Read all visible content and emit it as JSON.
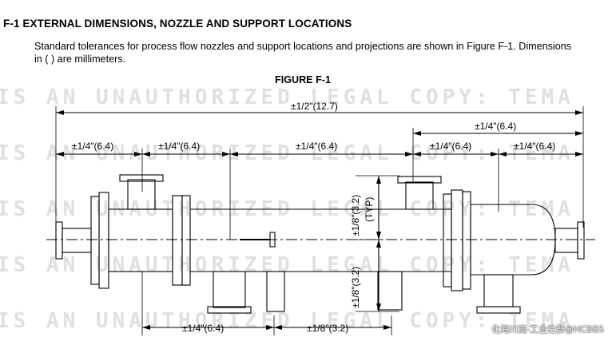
{
  "section_heading": "F-1 EXTERNAL DIMENSIONS, NOZZLE AND SUPPORT LOCATIONS",
  "paragraph": "Standard tolerances for process flow nozzles and support locations and projections are shown in Figure F-1.  Dimensions in ( ) are millimeters.",
  "figure_title": "FIGURE F-1",
  "watermark": "IS AN UNAUTHORIZED LEGAL COPY: TEMA",
  "dimensions": {
    "overall_length": "±1/2\"(12.7)",
    "right_group": "±1/4\"(6.4)",
    "seg_left_end": "±1/4\"(6.4)",
    "seg_left_nozzle": "±1/4\"(6.4)",
    "seg_center": "±1/4\"(6.4)",
    "seg_right_nozzle": "±1/4\"(6.4)",
    "seg_right_end": "±1/4\"(6.4)",
    "nozzle_projection_top": "±1/8\"(3.2)",
    "typ_note": "(TYP)",
    "nozzle_projection_bottom": "±1/8\"(3.2)",
    "support_location": "±1/4\"(6.4)",
    "support_projection": "±1/8\"(3.2)"
  },
  "credit": "化海川流-工业社群@HCBBS"
}
